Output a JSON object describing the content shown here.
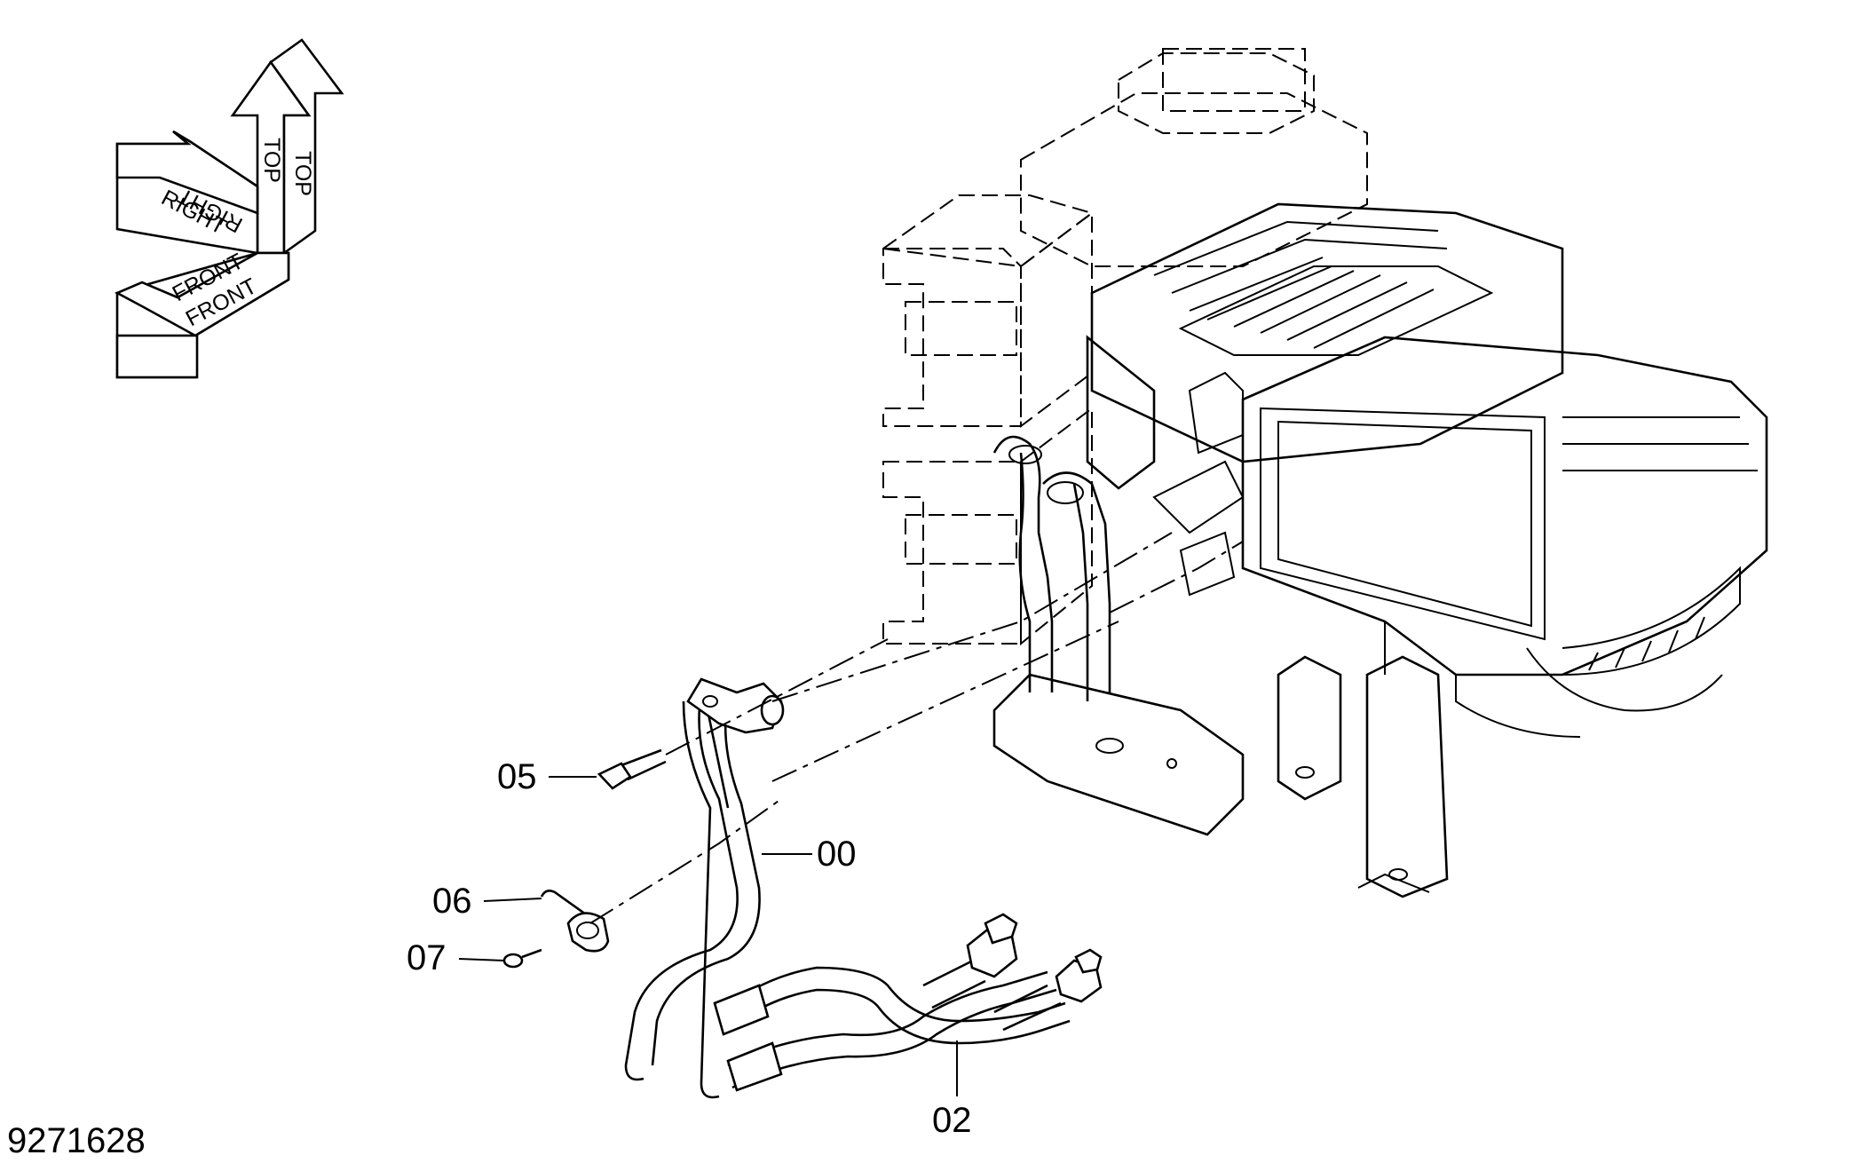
{
  "drawing_number": "9271628",
  "orientation_indicator": {
    "top_label": "TOP",
    "right_label": "RIGHT",
    "front_label": "FRONT"
  },
  "callouts": [
    {
      "id": "00",
      "label": "00"
    },
    {
      "id": "02",
      "label": "02"
    },
    {
      "id": "05",
      "label": "05"
    },
    {
      "id": "06",
      "label": "06"
    },
    {
      "id": "07",
      "label": "07"
    }
  ]
}
